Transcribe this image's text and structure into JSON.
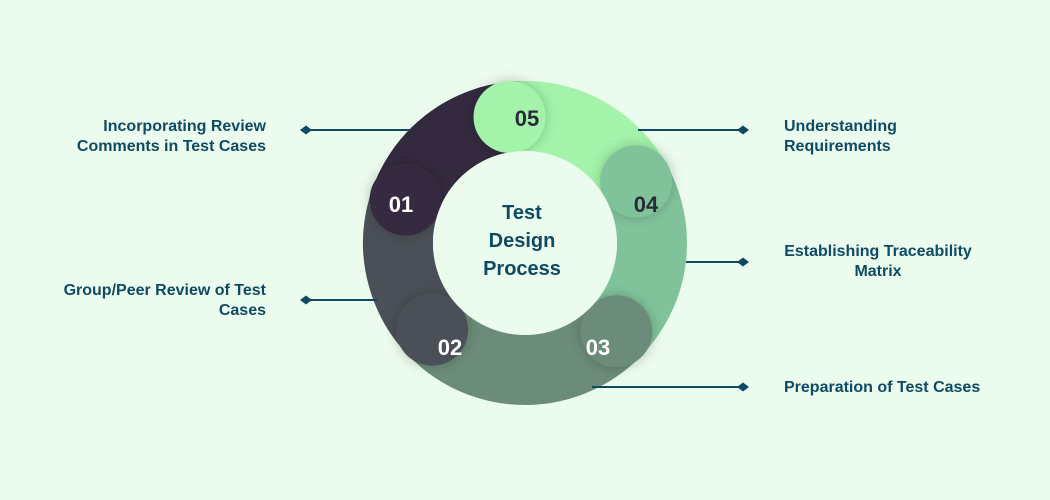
{
  "center_title": [
    "Test",
    "Design",
    "Process"
  ],
  "steps": [
    {
      "number": "01",
      "label": "Incorporating Review Comments in Test Cases",
      "label_lines": [
        "Incorporating Review",
        "Comments in Test Cases"
      ],
      "color": "#342a40"
    },
    {
      "number": "02",
      "label": "Group/Peer Review of Test Cases",
      "label_lines": [
        "Group/Peer Review of Test",
        "Cases"
      ],
      "color": "#4b5058"
    },
    {
      "number": "03",
      "label": "Preparation of Test Cases",
      "label_lines": [
        "Preparation of Test Cases"
      ],
      "color": "#6a8c78"
    },
    {
      "number": "04",
      "label": "Establishing Traceability Matrix",
      "label_lines": [
        "Establishing Traceability",
        "Matrix"
      ],
      "color": "#80c39a"
    },
    {
      "number": "05",
      "label": "Understanding Requirements",
      "label_lines": [
        "Understanding",
        "Requirements"
      ],
      "color": "#a3f3aa"
    }
  ],
  "colors": {
    "background": "#ebfbed",
    "text": "#0f4a64",
    "connector": "#0f4a64",
    "number_light": "#ffffff",
    "number_dark": "#2b2a3a"
  }
}
